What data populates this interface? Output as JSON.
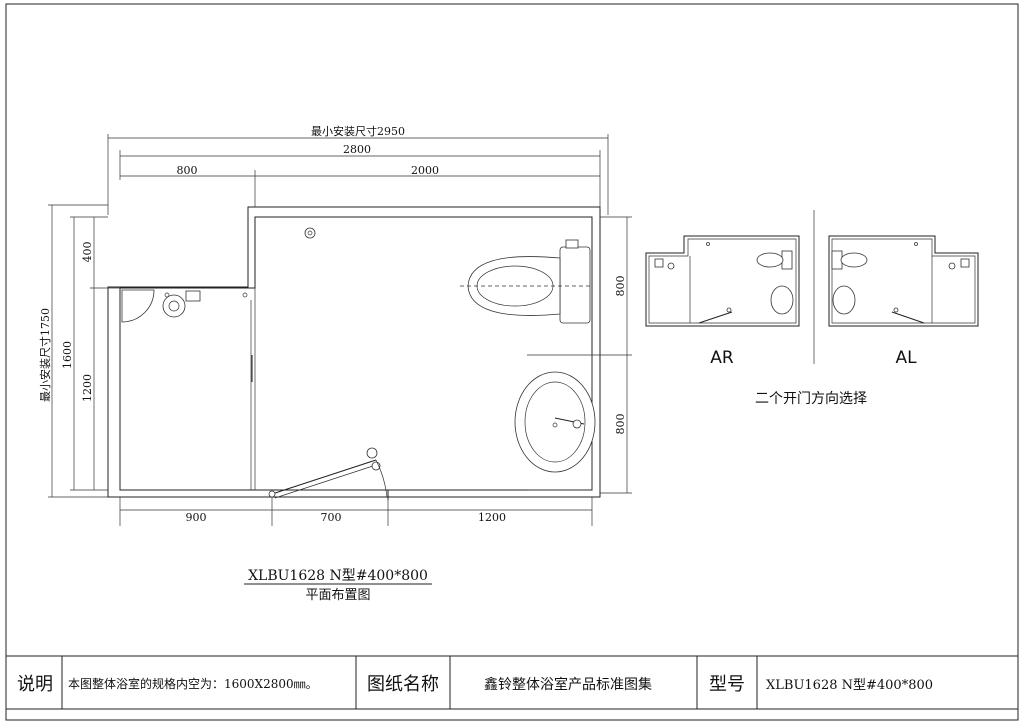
{
  "plan": {
    "dims": {
      "min_install_width": "最小安装尺寸2950",
      "total_width": "2800",
      "left_width": "800",
      "right_width": "2000",
      "min_install_height": "最小安装尺寸1750",
      "total_height": "1600",
      "upper_height": "400",
      "lower_height": "1200",
      "bottom_left": "900",
      "bottom_door": "700",
      "bottom_right": "1200",
      "right_upper": "800",
      "right_lower": "800"
    },
    "model_title": "XLBU1628 N型#400*800",
    "subtitle": "平面布置图"
  },
  "options": {
    "ar_label": "AR",
    "al_label": "AL",
    "caption": "二个开门方向选择"
  },
  "title_block": {
    "note_label": "说明",
    "note_text": "本图整体浴室的规格内空为：1600X2800㎜。",
    "drawing_name_label": "图纸名称",
    "drawing_name": "鑫铃整体浴室产品标准图集",
    "model_label": "型号",
    "model_value": "XLBU1628 N型#400*800"
  }
}
